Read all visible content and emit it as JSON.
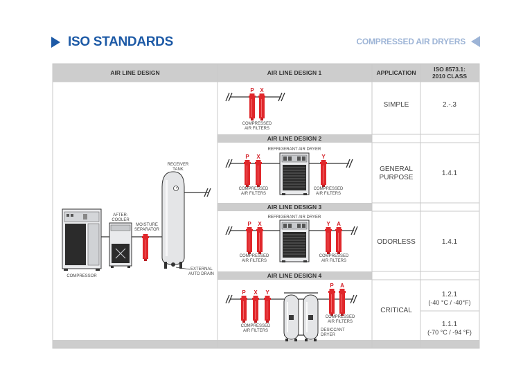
{
  "header": {
    "title": "ISO STANDARDS",
    "subtitle": "COMPRESSED AIR DRYERS"
  },
  "table": {
    "columns": [
      "AIR LINE DESIGN",
      "AIR LINE DESIGN 1",
      "APPLICATION",
      "ISO 8573.1:",
      "2010 CLASS"
    ],
    "section_titles": [
      "AIR LINE DESIGN 2",
      "AIR LINE DESIGN 3",
      "AIR LINE DESIGN 4"
    ],
    "applications": [
      "SIMPLE",
      "GENERAL",
      "PURPOSE",
      "ODORLESS",
      "CRITICAL"
    ],
    "classes": [
      {
        "value": "2.-.3"
      },
      {
        "value": "1.4.1"
      },
      {
        "value": "1.4.1"
      },
      {
        "value": "1.2.1",
        "note": "(-40 °C / -40°F)"
      },
      {
        "value": "1.1.1",
        "note": "(-70 °C / -94 °F)"
      }
    ]
  },
  "diagram": {
    "compressor": "COMPRESSOR",
    "aftercooler": [
      "AFTER-",
      "COOLER"
    ],
    "separator": [
      "MOISTURE",
      "SEPARATOR"
    ],
    "tank": [
      "RECEIVER",
      "TANK"
    ],
    "drain": [
      "EXTERNAL",
      "AUTO DRAIN"
    ],
    "filters_label": [
      "COMPRESSED",
      "AIR FILTERS"
    ],
    "refrigerant_dryer": "REFRIGERANT AIR DRYER",
    "desiccant_dryer": [
      "DESICCANT",
      "DRYER"
    ],
    "filter_letters": {
      "p": "P",
      "x": "X",
      "y": "Y",
      "a": "A"
    }
  },
  "colors": {
    "brand": "#1d5aa6",
    "brand_light": "#9db4d6",
    "header_gray": "#cdcdcd",
    "filter_red": "#e0272b",
    "letter_red": "#d42027"
  }
}
